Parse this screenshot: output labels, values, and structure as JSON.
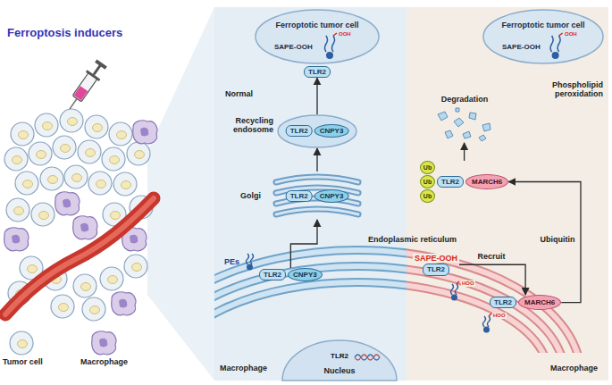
{
  "diagram": {
    "nodes": [
      {
        "text": [
          "Normal",
          "Macrophage"
        ]
      },
      {
        "text": [
          "Phospholipid peroxidation",
          "Macrophage"
        ]
      },
      {
        "text": [
          "Ferroptotic tumor cell",
          "SAPE-OOH"
        ],
        "in": 0
      },
      {
        "text": [
          "TLR2"
        ],
        "in": 0
      },
      {
        "text": [
          "Recycling endosome",
          "TLR2",
          "CNPY3"
        ],
        "in": 0
      },
      {
        "text": [
          "Golgi",
          "TLR2",
          "CNPY3"
        ],
        "in": 0
      },
      {
        "text": [
          "TLR2",
          "CNPY3"
        ],
        "in": 0
      },
      {
        "text": [
          "TLR2",
          "Nucleus"
        ],
        "in": 0
      },
      {
        "text": [
          "Ferroptotic tumor cell",
          "SAPE-OOH"
        ],
        "in": 1
      },
      {
        "text": [
          "Degradation"
        ],
        "in": 1
      },
      {
        "text": [
          "Ub",
          "Ub",
          "Ub",
          "TLR2",
          "MARCH6"
        ],
        "in": 1
      },
      {
        "text": [
          "SAPE-OOH",
          "TLR2"
        ],
        "in": 1
      },
      {
        "text": [
          "TLR2",
          "MARCH6"
        ],
        "in": 1
      }
    ],
    "edges": [
      {
        "from": 6,
        "to": 5,
        "arrow": "to"
      },
      {
        "from": 5,
        "to": 4,
        "arrow": "to"
      },
      {
        "from": 4,
        "to": 3,
        "arrow": "to"
      },
      {
        "from": 11,
        "to": 12,
        "label": "Recruit",
        "arrow": "to"
      },
      {
        "from": 12,
        "to": 10,
        "label": "Ubiquitin",
        "arrow": "to"
      },
      {
        "from": 10,
        "to": 9,
        "arrow": "to"
      }
    ],
    "labels": [
      "Ferroptosis inducers",
      "PEs",
      "Endoplasmic reticulum",
      "OOH",
      "OOH",
      "HOO",
      "HOO"
    ],
    "legend": [
      {
        "text": "Tumor cell"
      },
      {
        "text": "Macrophage"
      }
    ]
  }
}
